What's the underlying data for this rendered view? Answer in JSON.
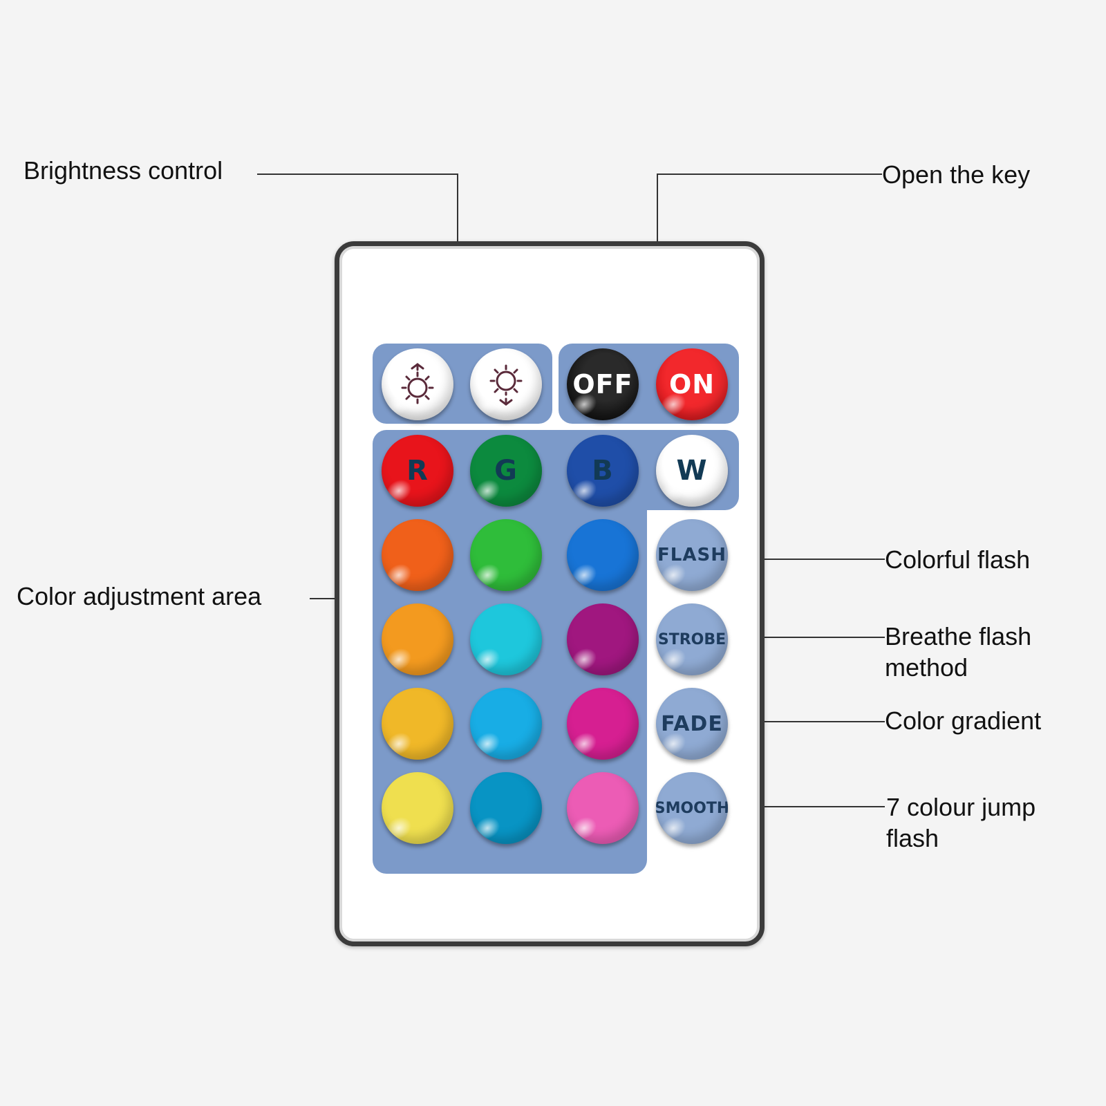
{
  "labels": {
    "brightness_control": "Brightness control",
    "open_the_key": "Open the key",
    "color_adjustment_area": "Color adjustment area",
    "colorful_flash": "Colorful flash",
    "breathe_flash_line1": "Breathe flash",
    "breathe_flash_line2": "method",
    "color_gradient": "Color gradient",
    "seven_colour_line1": "7 colour jump",
    "seven_colour_line2": "flash"
  },
  "remote": {
    "brightness_buttons": [
      {
        "icon": "brightness-up-icon"
      },
      {
        "icon": "brightness-down-icon"
      }
    ],
    "off_label": "OFF",
    "on_label": "ON",
    "rgbw": [
      {
        "label": "R",
        "color": "#e8141b"
      },
      {
        "label": "G",
        "color": "#0c8a3e"
      },
      {
        "label": "B",
        "color": "#1f4ea8"
      },
      {
        "label": "W",
        "color": "#ffffff"
      }
    ],
    "color_grid": [
      [
        "#f0601a",
        "#2fbd3a",
        "#1874d6"
      ],
      [
        "#f39a1f",
        "#1ec7dc",
        "#a0177f"
      ],
      [
        "#f0b828",
        "#18ade5",
        "#d61f91"
      ],
      [
        "#efdf4f",
        "#0894c4",
        "#ec5cb5"
      ]
    ],
    "modes": [
      "FLASH",
      "STROBE",
      "FADE",
      "SMOOTH"
    ],
    "panel_color": "#7c9ac9",
    "off_color": "#111111",
    "on_color": "#e5191e"
  }
}
